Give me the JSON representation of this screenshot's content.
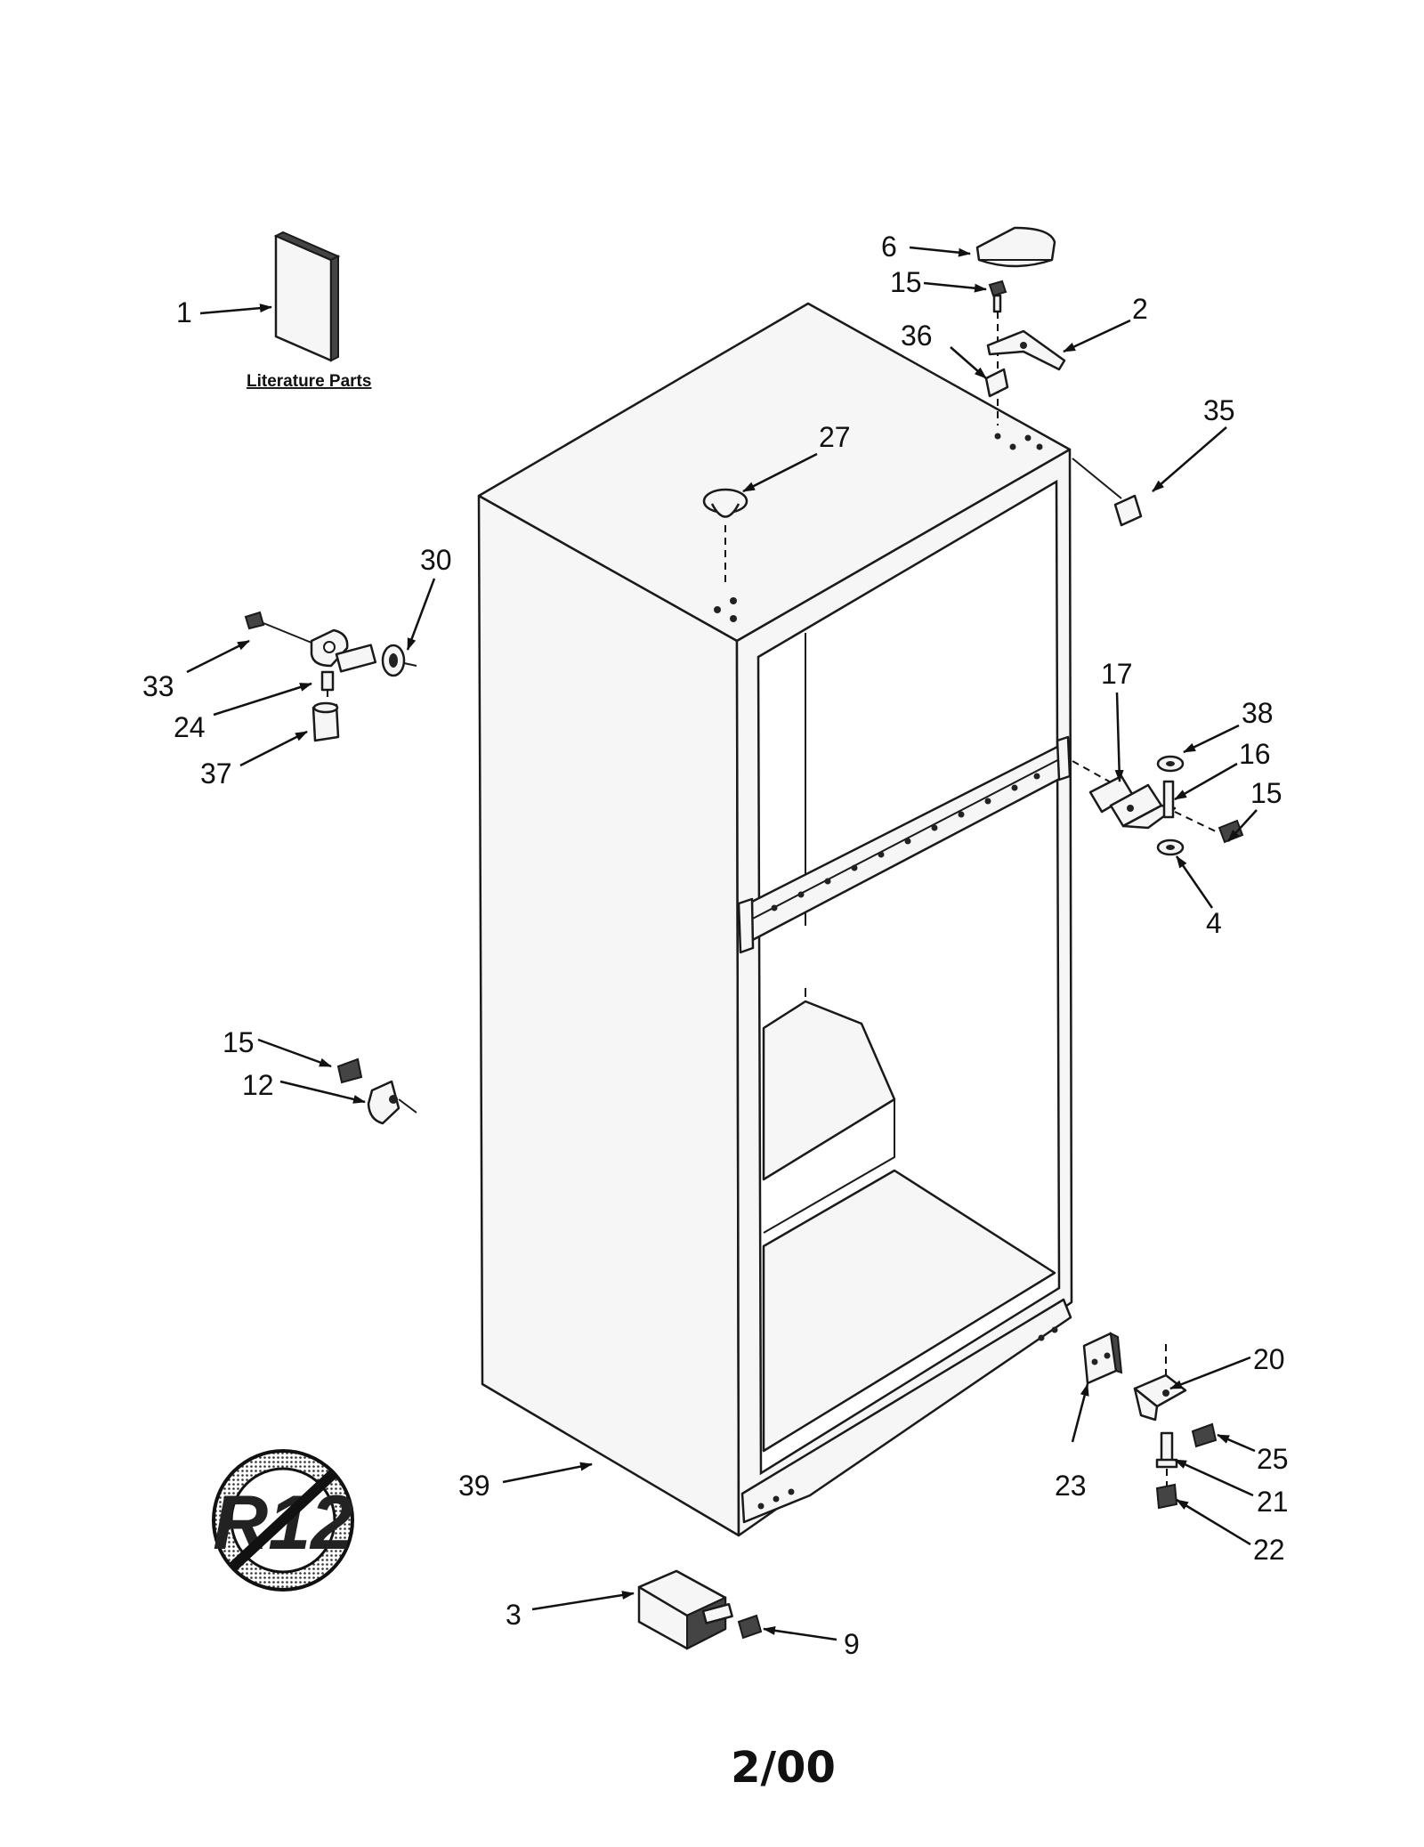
{
  "literature_caption": "Literature Parts",
  "footer_date": "2/00",
  "refrigerant_symbol": {
    "text": "R12",
    "meaning": "no-r12-prohibition"
  },
  "callouts": {
    "c1": "1",
    "c2": "2",
    "c3": "3",
    "c4": "4",
    "c6": "6",
    "c9": "9",
    "c12": "12",
    "c15a": "15",
    "c15b": "15",
    "c15c": "15",
    "c16": "16",
    "c17": "17",
    "c20": "20",
    "c21": "21",
    "c22": "22",
    "c23": "23",
    "c24": "24",
    "c25": "25",
    "c27": "27",
    "c30": "30",
    "c33": "33",
    "c35": "35",
    "c36": "36",
    "c37": "37",
    "c38": "38",
    "c39": "39"
  }
}
